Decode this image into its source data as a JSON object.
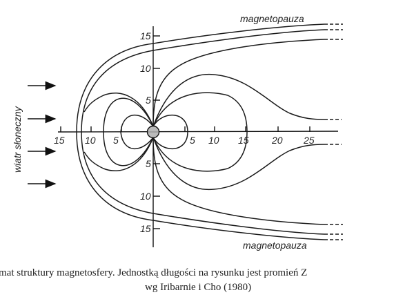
{
  "diagram": {
    "side_label": "wiatr słoneczny",
    "magnetopause_top": "magnetopauza",
    "magnetopause_bottom": "magnetopauza",
    "x_ticks": [
      "15",
      "10",
      "5",
      "5",
      "10",
      "15",
      "20",
      "25"
    ],
    "y_ticks_up": [
      "15",
      "10",
      "5"
    ],
    "y_ticks_down": [
      "5",
      "10",
      "15"
    ],
    "earth_fill": "#bbbbbb"
  },
  "caption": {
    "line1": "mat struktury magnetosfery. Jednostką długości na rysunku jest promień Z",
    "line2": "wg Iribarnie i Cho (1980)"
  }
}
